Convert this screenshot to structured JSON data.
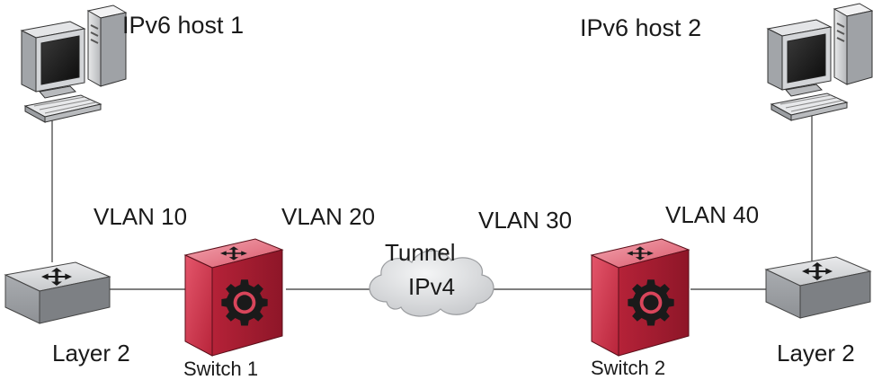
{
  "hosts": [
    {
      "label": "IPv6 host 1",
      "icon": "desktop-computer-icon"
    },
    {
      "label": "IPv6 host 2",
      "icon": "desktop-computer-icon"
    }
  ],
  "vlans": [
    "VLAN 10",
    "VLAN 20",
    "VLAN 30",
    "VLAN 40"
  ],
  "tunnel": {
    "label": "Tunnel",
    "cloud_label": "IPv4",
    "icon": "cloud-icon"
  },
  "routing_switches": [
    {
      "label": "Switch 1",
      "icon": "routing-switch-icon"
    },
    {
      "label": "Switch 2",
      "icon": "routing-switch-icon"
    }
  ],
  "layer2_switches": [
    {
      "label": "Layer 2",
      "icon": "layer2-switch-icon"
    },
    {
      "label": "Layer 2",
      "icon": "layer2-switch-icon"
    }
  ],
  "colors": {
    "routing_switch": "#c8334a",
    "layer2_switch": "#b9bcc1",
    "cloud": "#d9dadc",
    "link": "#555555"
  }
}
